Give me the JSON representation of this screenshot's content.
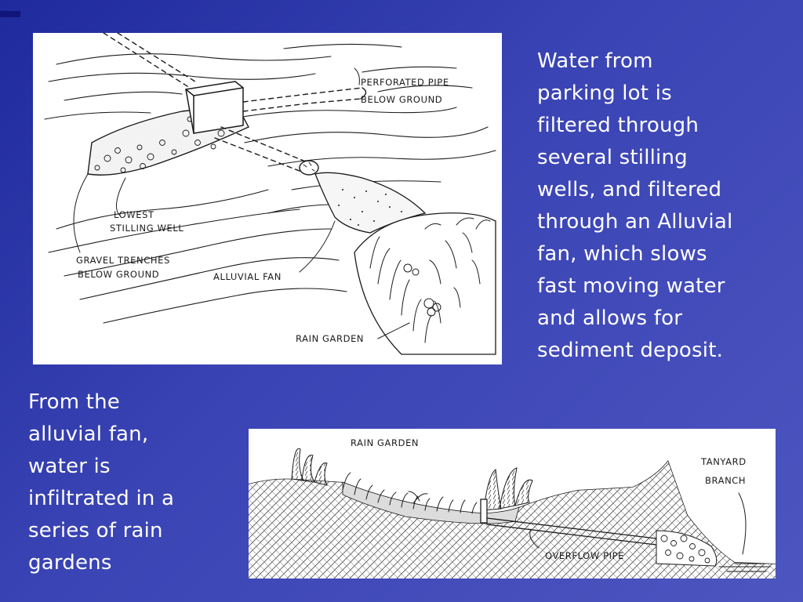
{
  "slide": {
    "background_color": "#3a44b4",
    "text_color": "#ffffff",
    "right_text": "Water from\nparking lot is\nfiltered through\nseveral stilling\nwells, and filtered\nthrough an Alluvial\nfan, which slows\nfast moving water\nand allows for\nsediment deposit.",
    "left_text": "From the\nalluvial fan,\nwater is\ninfiltrated in a\nseries of rain\ngardens"
  },
  "top_sketch": {
    "labels": {
      "perforated_pipe_line1": "PERFORATED PIPE",
      "perforated_pipe_line2": "BELOW GROUND",
      "lowest_well_line1": "LOWEST",
      "lowest_well_line2": "STILLING WELL",
      "gravel_line1": "GRAVEL TRENCHES",
      "gravel_line2": "BELOW GROUND",
      "alluvial_fan": "ALLUVIAL FAN",
      "rain_garden": "RAIN GARDEN"
    }
  },
  "bottom_sketch": {
    "labels": {
      "rain_garden": "RAIN GARDEN",
      "tanyard_line1": "TANYARD",
      "tanyard_line2": "BRANCH",
      "overflow_pipe": "OVERFLOW PIPE"
    }
  }
}
